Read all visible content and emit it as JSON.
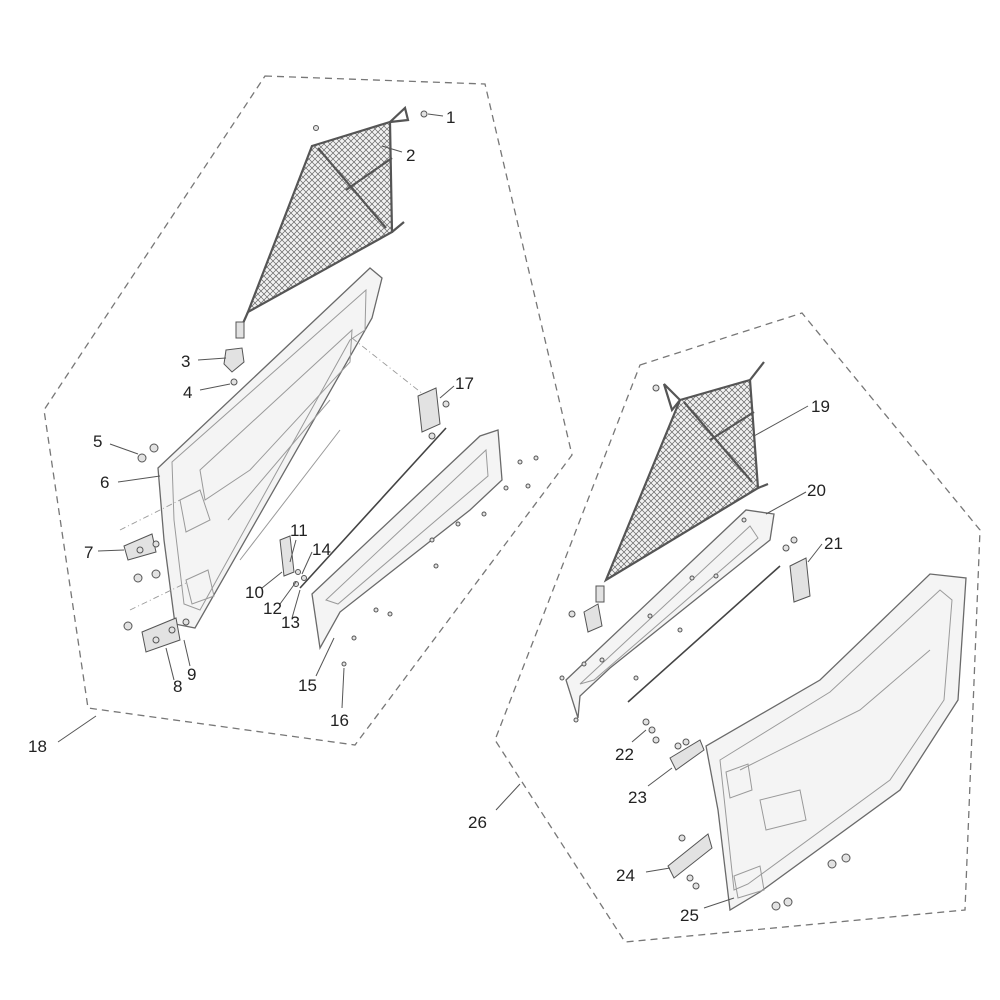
{
  "callouts": {
    "c1": "1",
    "c2": "2",
    "c3": "3",
    "c4": "4",
    "c5": "5",
    "c6": "6",
    "c7": "7",
    "c8": "8",
    "c9": "9",
    "c10": "10",
    "c11": "11",
    "c12": "12",
    "c13": "13",
    "c14": "14",
    "c15": "15",
    "c16": "16",
    "c17": "17",
    "c18": "18",
    "c19": "19",
    "c20": "20",
    "c21": "21",
    "c22": "22",
    "c23": "23",
    "c24": "24",
    "c25": "25",
    "c26": "26"
  },
  "colors": {
    "line": "#555555",
    "panel_fill": "#f4f4f4",
    "boundary": "#777777"
  }
}
